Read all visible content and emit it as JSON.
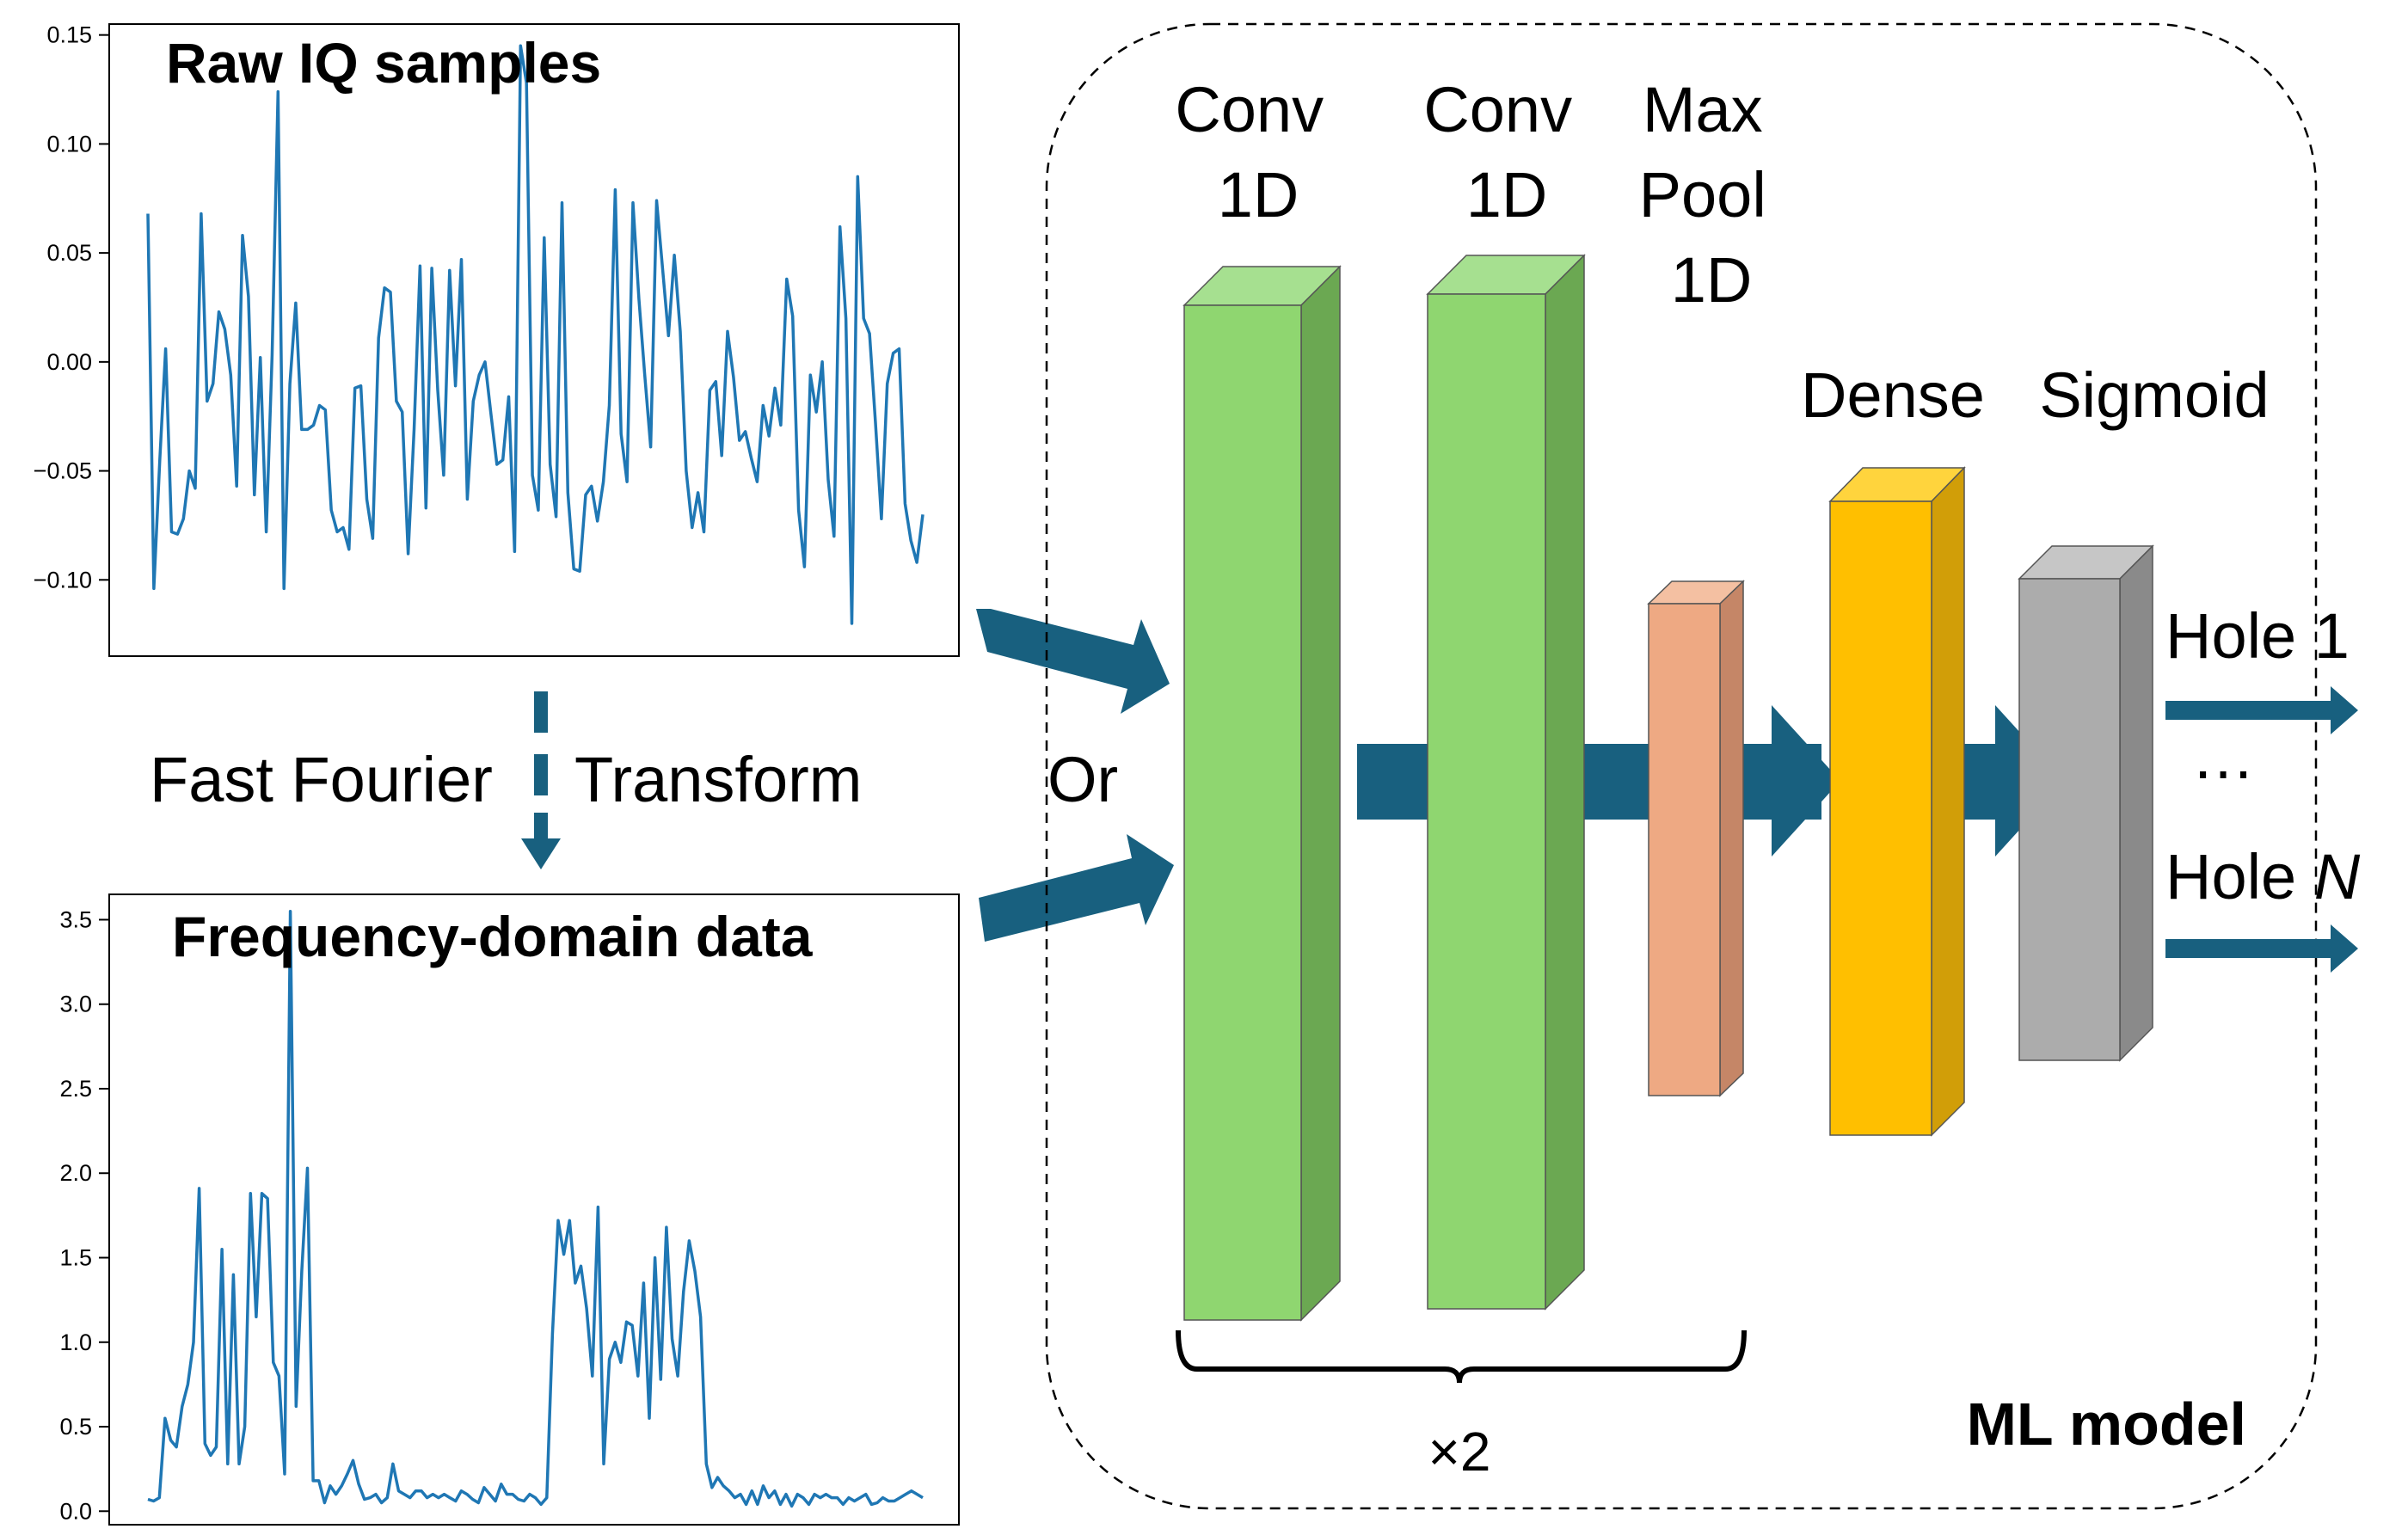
{
  "plots": {
    "raw": {
      "title": "Raw IQ samples",
      "ylim": [
        -0.135,
        0.155
      ],
      "yticks": [
        "0.15",
        "0.10",
        "0.05",
        "0.00",
        "−0.05",
        "−0.10"
      ],
      "ytick_values": [
        0.15,
        0.1,
        0.05,
        0.0,
        -0.05,
        -0.1
      ],
      "line_color": "#1f77b4",
      "values": [
        0.068,
        -0.104,
        -0.045,
        0.006,
        -0.078,
        -0.079,
        -0.072,
        -0.05,
        -0.058,
        0.068,
        -0.018,
        -0.01,
        0.023,
        0.015,
        -0.006,
        -0.057,
        0.058,
        0.03,
        -0.061,
        0.002,
        -0.078,
        0.003,
        0.124,
        -0.104,
        -0.01,
        0.027,
        -0.031,
        -0.031,
        -0.029,
        -0.02,
        -0.022,
        -0.068,
        -0.078,
        -0.076,
        -0.086,
        -0.012,
        -0.011,
        -0.063,
        -0.081,
        0.011,
        0.034,
        0.032,
        -0.018,
        -0.023,
        -0.088,
        -0.031,
        0.044,
        -0.067,
        0.043,
        -0.013,
        -0.052,
        0.042,
        -0.011,
        0.047,
        -0.063,
        -0.018,
        -0.006,
        0.0,
        -0.024,
        -0.047,
        -0.045,
        -0.016,
        -0.087,
        0.145,
        0.128,
        -0.052,
        -0.068,
        0.057,
        -0.047,
        -0.071,
        0.073,
        -0.06,
        -0.095,
        -0.096,
        -0.061,
        -0.057,
        -0.073,
        -0.055,
        -0.02,
        0.079,
        -0.033,
        -0.055,
        0.073,
        0.029,
        -0.006,
        -0.039,
        0.074,
        0.043,
        0.012,
        0.049,
        0.014,
        -0.05,
        -0.076,
        -0.06,
        -0.078,
        -0.013,
        -0.009,
        -0.043,
        0.014,
        -0.007,
        -0.036,
        -0.032,
        -0.044,
        -0.055,
        -0.02,
        -0.034,
        -0.012,
        -0.029,
        0.038,
        0.021,
        -0.068,
        -0.094,
        -0.006,
        -0.023,
        0.0,
        -0.054,
        -0.08,
        0.062,
        0.02,
        -0.12,
        0.085,
        0.02,
        0.013,
        -0.028,
        -0.072,
        -0.01,
        0.004,
        0.006,
        -0.065,
        -0.082,
        -0.092,
        -0.07
      ]
    },
    "freq": {
      "title": "Frequency-domain data",
      "ylim": [
        -0.08,
        3.65
      ],
      "yticks": [
        "3.5",
        "3.0",
        "2.5",
        "2.0",
        "1.5",
        "1.0",
        "0.5",
        "0.0"
      ],
      "ytick_values": [
        3.5,
        3.0,
        2.5,
        2.0,
        1.5,
        1.0,
        0.5,
        0.0
      ],
      "line_color": "#1f77b4",
      "values": [
        0.07,
        0.06,
        0.08,
        0.55,
        0.42,
        0.38,
        0.62,
        0.75,
        1.0,
        1.91,
        0.4,
        0.33,
        0.38,
        1.55,
        0.28,
        1.4,
        0.28,
        0.5,
        1.88,
        1.15,
        1.88,
        1.85,
        0.88,
        0.8,
        0.22,
        3.55,
        0.62,
        1.42,
        2.03,
        0.18,
        0.18,
        0.05,
        0.15,
        0.1,
        0.15,
        0.22,
        0.3,
        0.16,
        0.07,
        0.08,
        0.1,
        0.05,
        0.08,
        0.28,
        0.12,
        0.1,
        0.08,
        0.12,
        0.12,
        0.08,
        0.1,
        0.08,
        0.1,
        0.08,
        0.06,
        0.12,
        0.1,
        0.07,
        0.05,
        0.14,
        0.1,
        0.06,
        0.16,
        0.1,
        0.1,
        0.07,
        0.06,
        0.1,
        0.08,
        0.04,
        0.08,
        1.05,
        1.72,
        1.52,
        1.72,
        1.35,
        1.45,
        1.2,
        0.8,
        1.8,
        0.28,
        0.9,
        1.0,
        0.88,
        1.12,
        1.1,
        0.8,
        1.35,
        0.55,
        1.5,
        0.78,
        1.68,
        1.02,
        0.8,
        1.3,
        1.6,
        1.42,
        1.15,
        0.28,
        0.14,
        0.2,
        0.15,
        0.12,
        0.08,
        0.1,
        0.04,
        0.12,
        0.04,
        0.15,
        0.08,
        0.12,
        0.04,
        0.1,
        0.03,
        0.1,
        0.08,
        0.04,
        0.1,
        0.08,
        0.1,
        0.08,
        0.08,
        0.04,
        0.08,
        0.06,
        0.08,
        0.1,
        0.04,
        0.05,
        0.08,
        0.06,
        0.06,
        0.08,
        0.1,
        0.12,
        0.1,
        0.08
      ]
    }
  },
  "fft_label_left": "Fast Fourier",
  "fft_label_right": "Transform",
  "or_label": "Or",
  "model": {
    "title": "ML model",
    "repeat_label": "×2",
    "layers": [
      {
        "label_lines": [
          "Conv",
          "1D"
        ],
        "front": "#8FD670",
        "top": "#A6E090",
        "side": "#6BA852"
      },
      {
        "label_lines": [
          "Conv",
          "1D"
        ],
        "front": "#8FD670",
        "top": "#A6E090",
        "side": "#6BA852"
      },
      {
        "label_lines": [
          "Max",
          "Pool",
          "1D"
        ],
        "front": "#EEA983",
        "top": "#F4C0A2",
        "side": "#C58667"
      },
      {
        "label_lines": [
          "Dense"
        ],
        "front": "#FFBF00",
        "top": "#FFD43D",
        "side": "#D19E08"
      },
      {
        "label_lines": [
          "Sigmoid"
        ],
        "front": "#ACACAC",
        "top": "#C6C6C6",
        "side": "#8A8A8A"
      }
    ],
    "outputs": {
      "first": {
        "text": "Hole 1"
      },
      "ellipsis": "…",
      "last": {
        "text": "Hole ",
        "italic": "N"
      }
    }
  },
  "colors": {
    "arrow": "#18607F"
  }
}
